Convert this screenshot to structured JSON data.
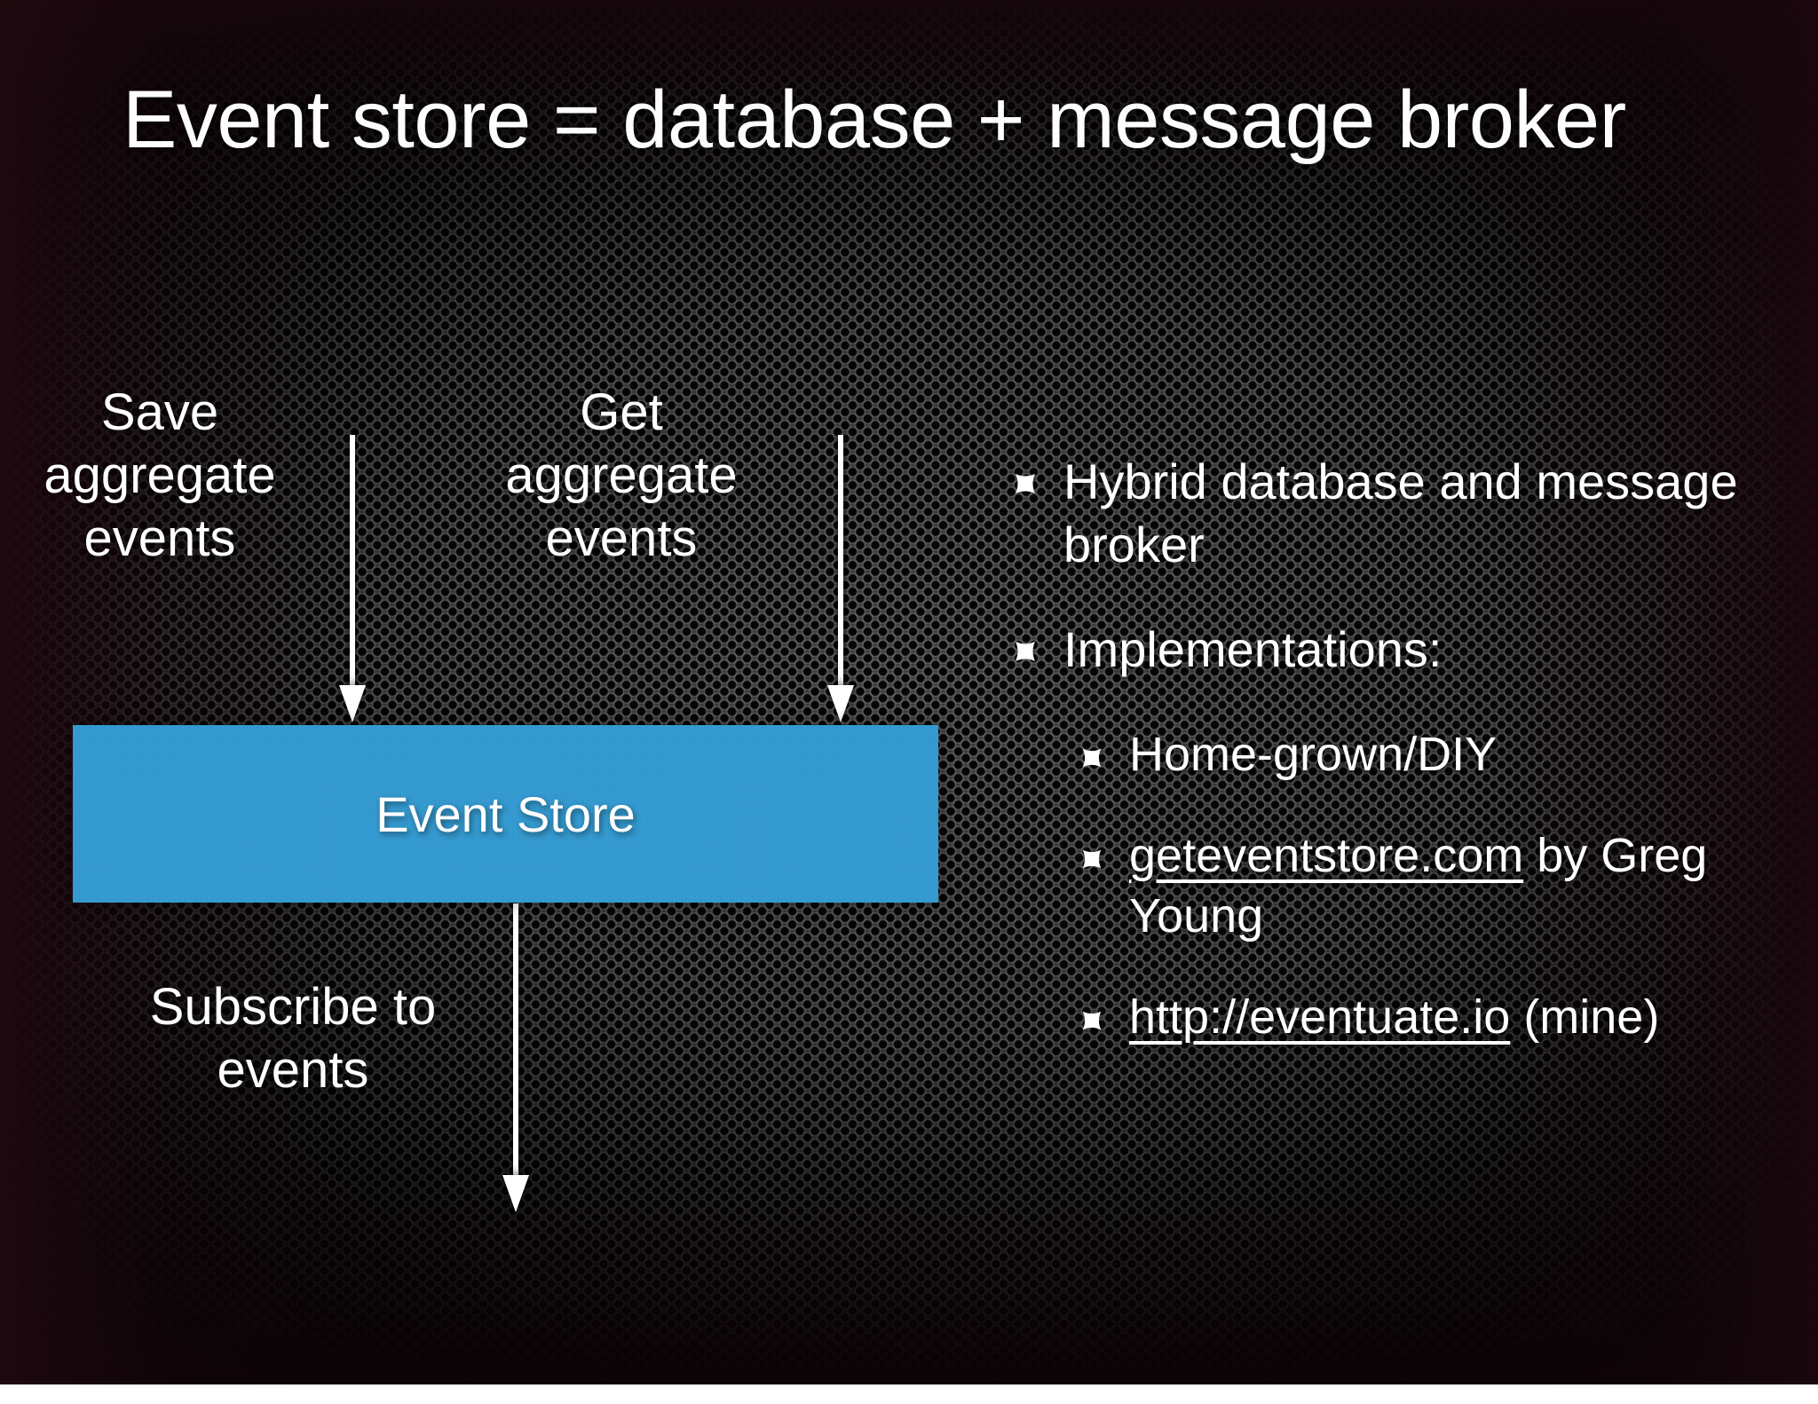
{
  "slide": {
    "title": "Event store = database + message broker",
    "accent_color": "#2f9bd4",
    "background_color": "#2b2b2d",
    "text_color": "#ffffff"
  },
  "diagram": {
    "box_label": "Event Store",
    "labels": {
      "save": "Save aggregate events",
      "get": "Get aggregate events",
      "subscribe": "Subscribe to events"
    },
    "arrows": [
      {
        "name": "save-arrow",
        "direction": "down",
        "from": "Save aggregate events",
        "to": "Event Store"
      },
      {
        "name": "get-arrow",
        "direction": "down",
        "from": "Get aggregate events",
        "to": "Event Store"
      },
      {
        "name": "subscribe-arrow",
        "direction": "down",
        "from": "Event Store",
        "to": "Subscribe to events"
      }
    ]
  },
  "bullets": [
    {
      "level": 1,
      "glyph": "star-bullet-icon",
      "text": "Hybrid database and message broker"
    },
    {
      "level": 1,
      "glyph": "star-bullet-icon",
      "text": "Implementations:"
    },
    {
      "level": 2,
      "glyph": "star-bullet-icon",
      "text": "Home-grown/DIY"
    },
    {
      "level": 2,
      "glyph": "star-bullet-icon",
      "link_text": "geteventstore.com",
      "trailing_text": " by Greg Young"
    },
    {
      "level": 2,
      "glyph": "star-bullet-icon",
      "link_text": "http://eventuate.io",
      "trailing_text": " (mine)"
    }
  ]
}
